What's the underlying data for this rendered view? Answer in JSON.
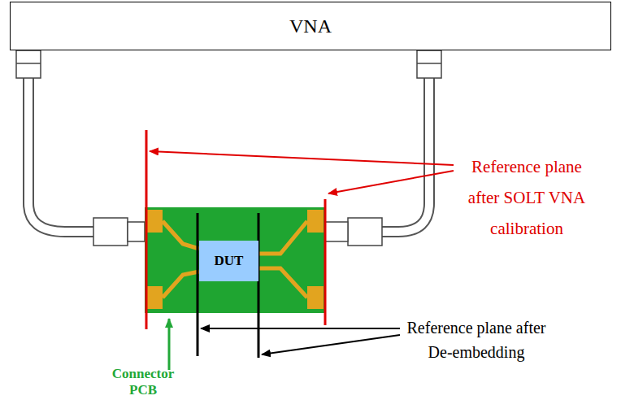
{
  "diagram": {
    "nodes": [
      {
        "text": [
          "VNA"
        ]
      },
      {
        "text": [
          "DUT"
        ]
      }
    ],
    "labels": [
      "Reference plane after SOLT VNA calibration",
      "Reference plane after De-embedding",
      "Connector PCB"
    ]
  }
}
